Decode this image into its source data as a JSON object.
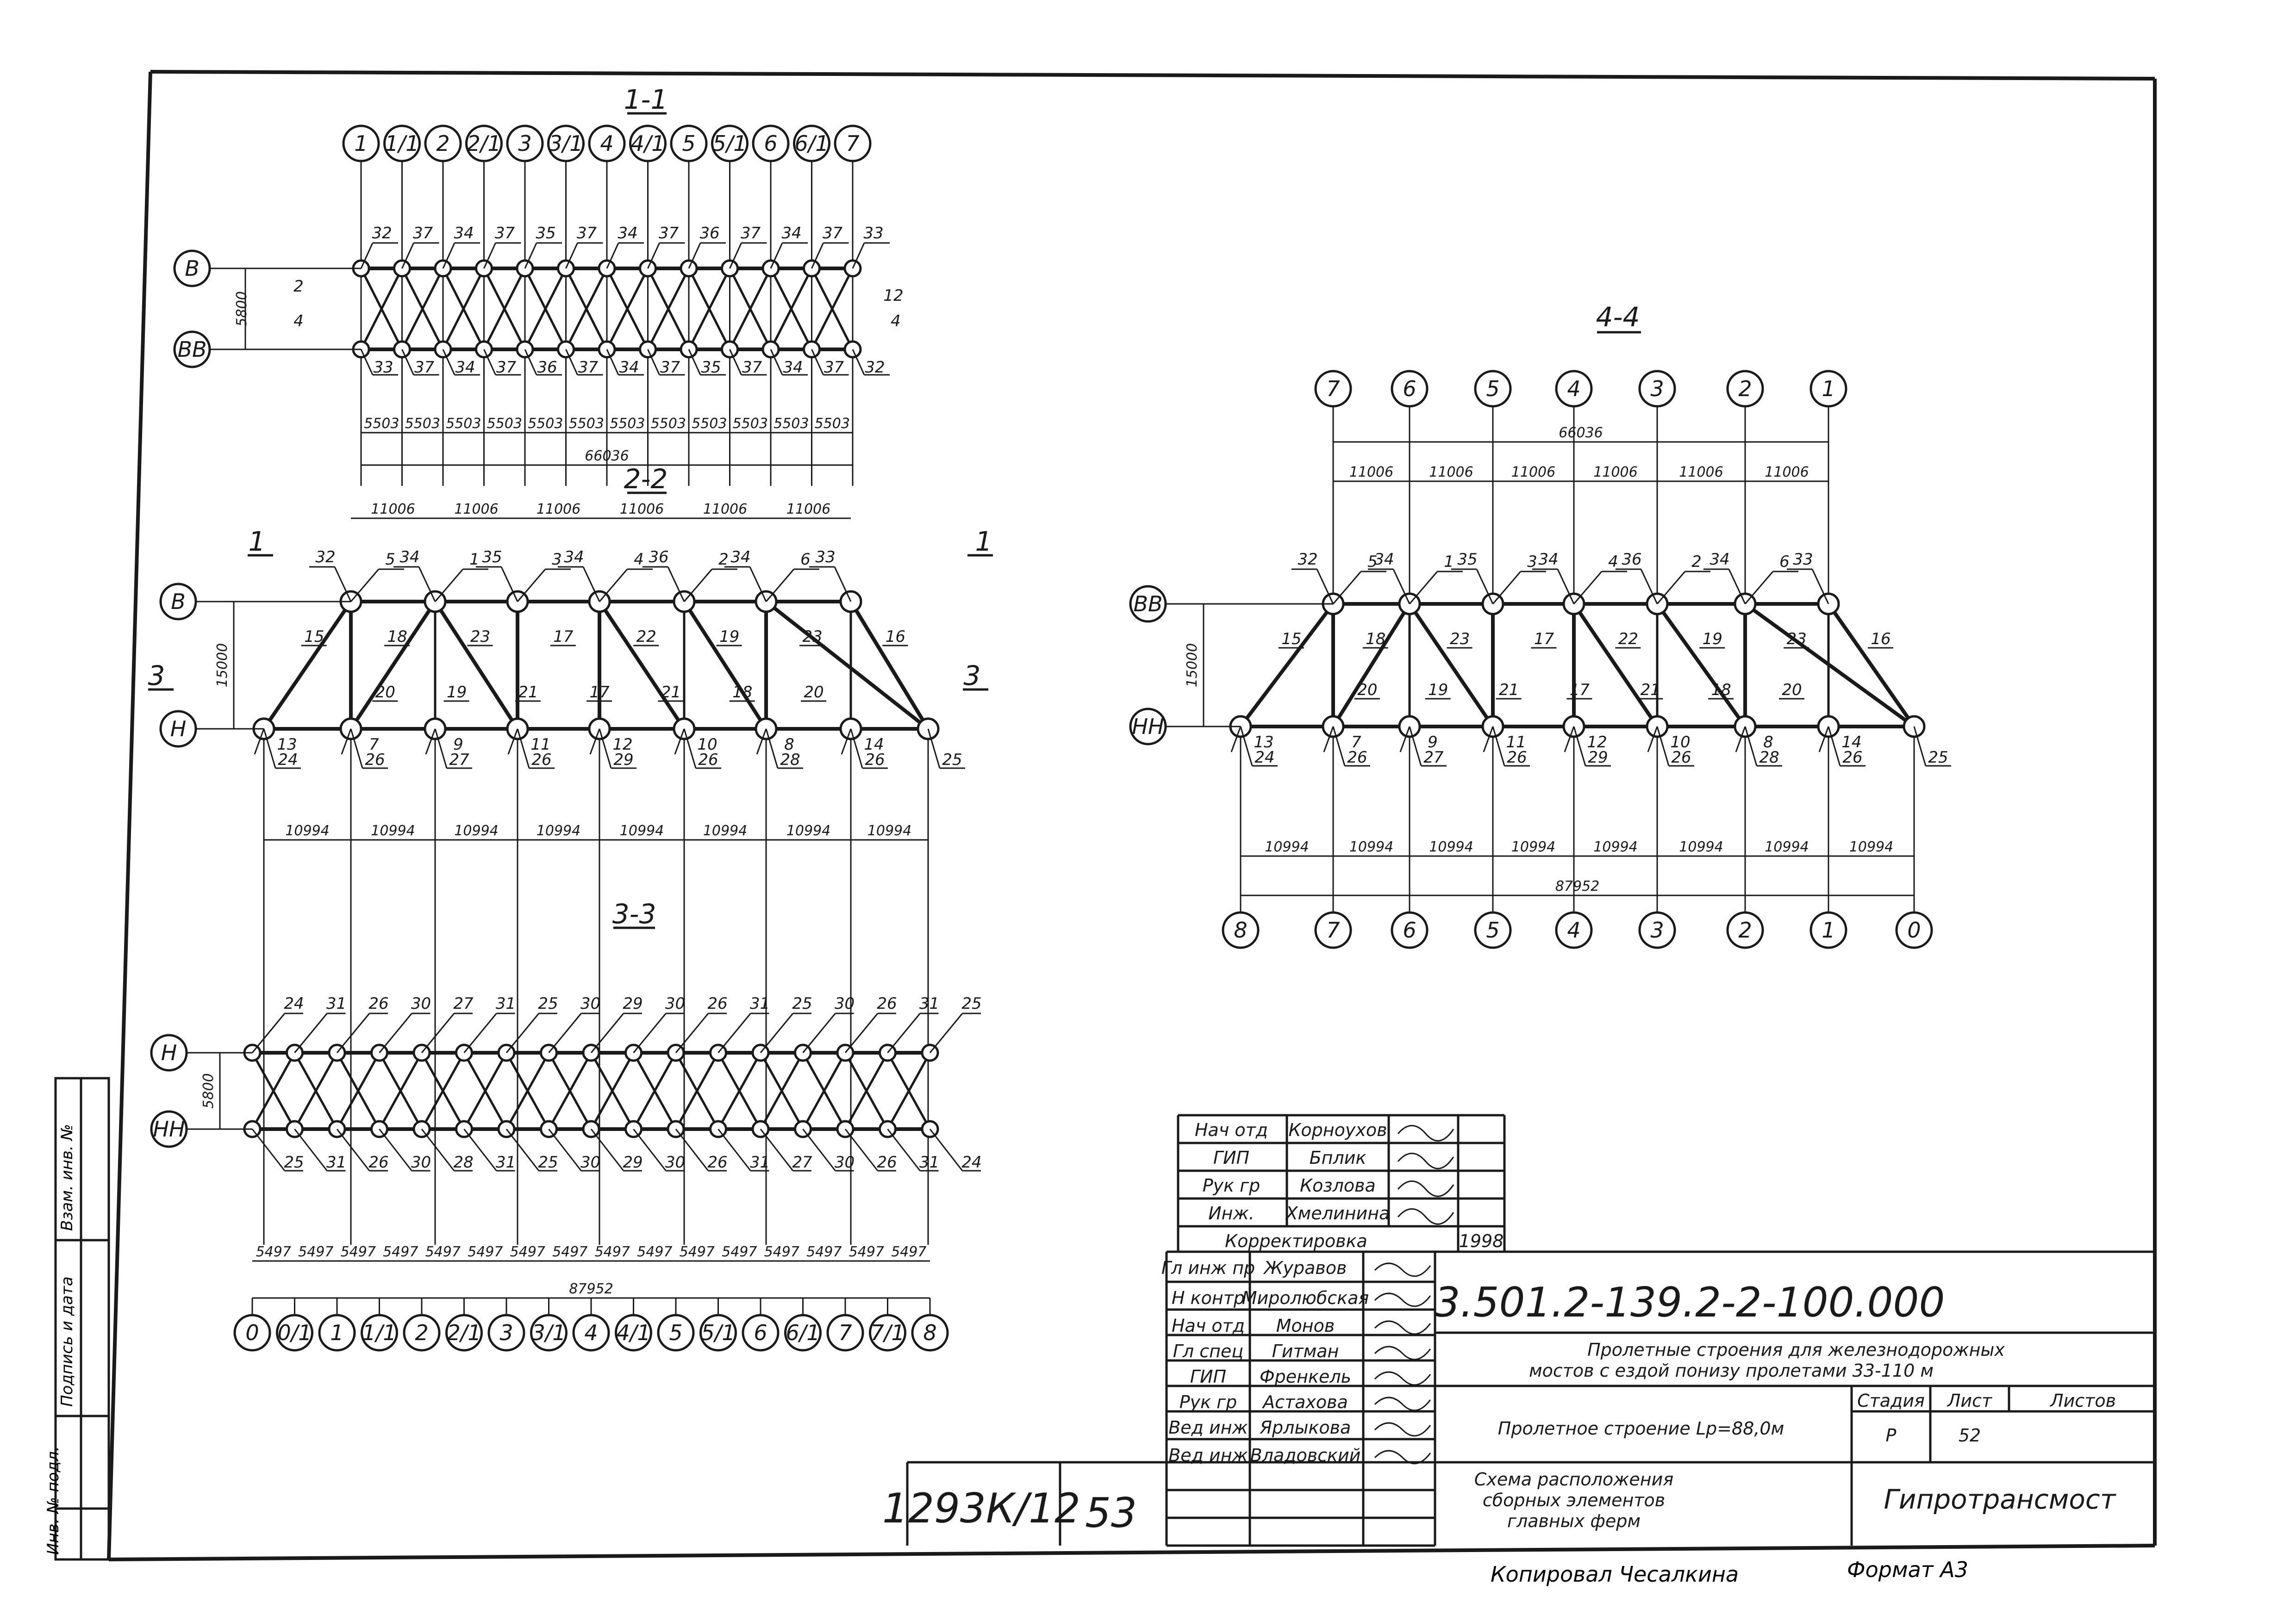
{
  "sections": {
    "s11": {
      "title": "1-1",
      "axes": [
        "1",
        "1/1",
        "2",
        "2/1",
        "3",
        "3/1",
        "4",
        "4/1",
        "5",
        "5/1",
        "6",
        "6/1",
        "7"
      ],
      "row_labels": [
        "В",
        "ВВ"
      ],
      "height": "5800",
      "side_marks": [
        "2",
        "4",
        "2",
        "4"
      ],
      "top_marks": [
        "32",
        "37",
        "34",
        "37",
        "35",
        "37",
        "34",
        "37",
        "36",
        "37",
        "34",
        "37",
        "33"
      ],
      "bot_marks": [
        "33",
        "37",
        "34",
        "37",
        "36",
        "37",
        "34",
        "37",
        "35",
        "37",
        "34",
        "37",
        "32"
      ],
      "spans": [
        "5503",
        "5503",
        "5503",
        "5503",
        "5503",
        "5503",
        "5503",
        "5503",
        "5503",
        "5503",
        "5503",
        "5503"
      ],
      "total": "66036"
    },
    "s22": {
      "title": "2-2",
      "row_labels": [
        "В",
        "Н"
      ],
      "height": "15000",
      "section_marks": [
        "1",
        "1",
        "3",
        "3"
      ],
      "top_spans": [
        "11006",
        "11006",
        "11006",
        "11006",
        "11006",
        "11006"
      ],
      "bot_spans": [
        "10994",
        "10994",
        "10994",
        "10994",
        "10994",
        "10994",
        "10994",
        "10994"
      ],
      "upper_marks": [
        "32",
        "5",
        "34",
        "1",
        "35",
        "3",
        "34",
        "4",
        "36",
        "2",
        "34",
        "6",
        "33"
      ],
      "diag_marks": [
        "15",
        "18",
        "23",
        "17",
        "22",
        "19",
        "23",
        "16"
      ],
      "inner_marks": [
        "20",
        "19",
        "21",
        "17",
        "21",
        "18",
        "20"
      ],
      "lower_marks": [
        "24",
        "13",
        "26",
        "7",
        "27",
        "9",
        "26",
        "11",
        "29",
        "12",
        "26",
        "10",
        "28",
        "8",
        "26",
        "14",
        "25"
      ]
    },
    "s33": {
      "title": "3-3",
      "axes": [
        "0",
        "0/1",
        "1",
        "1/1",
        "2",
        "2/1",
        "3",
        "3/1",
        "4",
        "4/1",
        "5",
        "5/1",
        "6",
        "6/1",
        "7",
        "7/1",
        "8"
      ],
      "row_labels": [
        "Н",
        "НН"
      ],
      "height": "5800",
      "top_marks": [
        "24",
        "31",
        "26",
        "30",
        "27",
        "31",
        "25",
        "30",
        "29",
        "30",
        "26",
        "31",
        "25",
        "30",
        "26",
        "31",
        "25"
      ],
      "bot_marks": [
        "25",
        "31",
        "26",
        "30",
        "28",
        "31",
        "25",
        "30",
        "29",
        "30",
        "26",
        "31",
        "27",
        "30",
        "26",
        "31",
        "24"
      ],
      "spans": [
        "5497",
        "5497",
        "5497",
        "5497",
        "5497",
        "5497",
        "5497",
        "5497",
        "5497",
        "5497",
        "5497",
        "5497",
        "5497",
        "5497",
        "5497",
        "5497"
      ],
      "total": "87952"
    },
    "s44": {
      "title": "4-4",
      "top_axes": [
        "7",
        "6",
        "5",
        "4",
        "3",
        "2",
        "1"
      ],
      "bot_axes": [
        "8",
        "7",
        "6",
        "5",
        "4",
        "3",
        "2",
        "1",
        "0"
      ],
      "row_labels": [
        "ВВ",
        "НН"
      ],
      "height": "15000",
      "top_total": "66036",
      "top_spans": [
        "11006",
        "11006",
        "11006",
        "11006",
        "11006",
        "11006"
      ],
      "bot_spans": [
        "10994",
        "10994",
        "10994",
        "10994",
        "10994",
        "10994",
        "10994",
        "10994"
      ],
      "bot_total": "87952",
      "upper_marks": [
        "32",
        "5",
        "34",
        "1",
        "35",
        "3",
        "34",
        "4",
        "36",
        "2",
        "34",
        "6",
        "33"
      ],
      "diag_marks": [
        "15",
        "18",
        "23",
        "17",
        "22",
        "19",
        "23",
        "16"
      ],
      "inner_marks": [
        "20",
        "19",
        "21",
        "17",
        "21",
        "18",
        "20"
      ],
      "lower_marks": [
        "24",
        "13",
        "26",
        "7",
        "27",
        "9",
        "26",
        "11",
        "29",
        "12",
        "26",
        "10",
        "28",
        "8",
        "26",
        "14",
        "25"
      ]
    }
  },
  "approval_table": {
    "rows": [
      {
        "role": "Нач отд",
        "name": "Корноухов"
      },
      {
        "role": "ГИП",
        "name": "Бплик"
      },
      {
        "role": "Рук гр",
        "name": "Козлова"
      },
      {
        "role": "Инж.",
        "name": "Хмелинина"
      }
    ],
    "correction_label": "Корректировка",
    "correction_year": "1998"
  },
  "title_block": {
    "code": "3.501.2-139.2-2-100.000",
    "description": "Пролетные строения для железнодорожных мостов с ездой понизу пролетами 33-110 м",
    "structure": "Пролетное строение Lр=88,0м",
    "drawing_name": "Схема расположения сборных элементов главных ферм",
    "stage_header": "Стадия",
    "sheet_header": "Лист",
    "sheets_header": "Листов",
    "stage": "Р",
    "sheet": "52",
    "org": "Гипротрансмост",
    "signatures": [
      {
        "role": "Гл инж пр",
        "name": "Журавов"
      },
      {
        "role": "Н контр",
        "name": "Миролюбская"
      },
      {
        "role": "Нач отд",
        "name": "Монов"
      },
      {
        "role": "Гл спец",
        "name": "Гитман"
      },
      {
        "role": "ГИП",
        "name": "Френкель"
      },
      {
        "role": "Рук гр",
        "name": "Астахова"
      },
      {
        "role": "Вед инж",
        "name": "Ярлыкова"
      },
      {
        "role": "Вед инж",
        "name": "Владовский"
      }
    ]
  },
  "inventory": {
    "number": "1293К/12",
    "page": "53"
  },
  "side_stamp": {
    "cols": [
      "Инв. № подл.",
      "Подпись и дата",
      "Взам. инв. №"
    ]
  },
  "footer": {
    "copied": "Копировал Чесалкина",
    "format": "Формат А3"
  }
}
